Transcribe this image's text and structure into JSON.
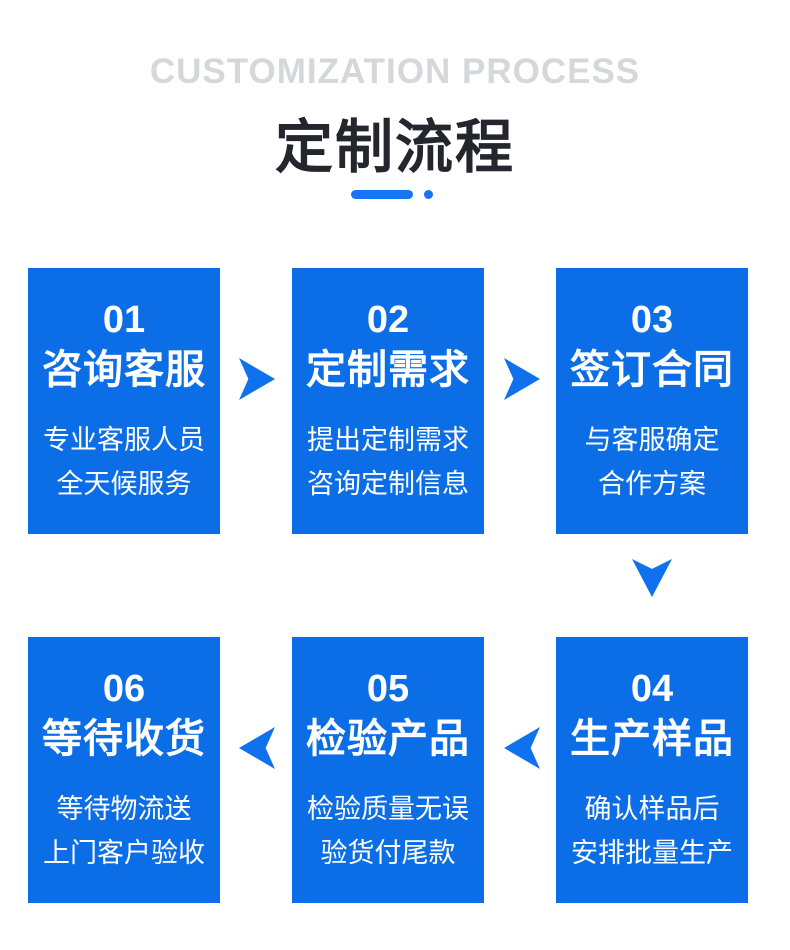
{
  "header": {
    "title_en": "CUSTOMIZATION PROCESS",
    "title_cn": "定制流程"
  },
  "steps": [
    {
      "number": "01",
      "title": "咨询客服",
      "desc1": "专业客服人员",
      "desc2": "全天候服务"
    },
    {
      "number": "02",
      "title": "定制需求",
      "desc1": "提出定制需求",
      "desc2": "咨询定制信息"
    },
    {
      "number": "03",
      "title": "签订合同",
      "desc1": "与客服确定",
      "desc2": "合作方案"
    },
    {
      "number": "04",
      "title": "生产样品",
      "desc1": "确认样品后",
      "desc2": "安排批量生产"
    },
    {
      "number": "05",
      "title": "检验产品",
      "desc1": "检验质量无误",
      "desc2": "验货付尾款"
    },
    {
      "number": "06",
      "title": "等待收货",
      "desc1": "等待物流送",
      "desc2": "上门客户验收"
    }
  ],
  "icons": {
    "arrow_right": "chevron-right",
    "arrow_left": "chevron-left",
    "arrow_down": "chevron-down"
  },
  "colors": {
    "box_blue": "#0c6ee6",
    "arrow_blue": "#0f71ee",
    "divider_blue": "#1675f3",
    "title_dark": "#23262d",
    "title_gray": "#d5d7da",
    "card_text": "#ffffff",
    "page_bg": "#ffffff"
  }
}
